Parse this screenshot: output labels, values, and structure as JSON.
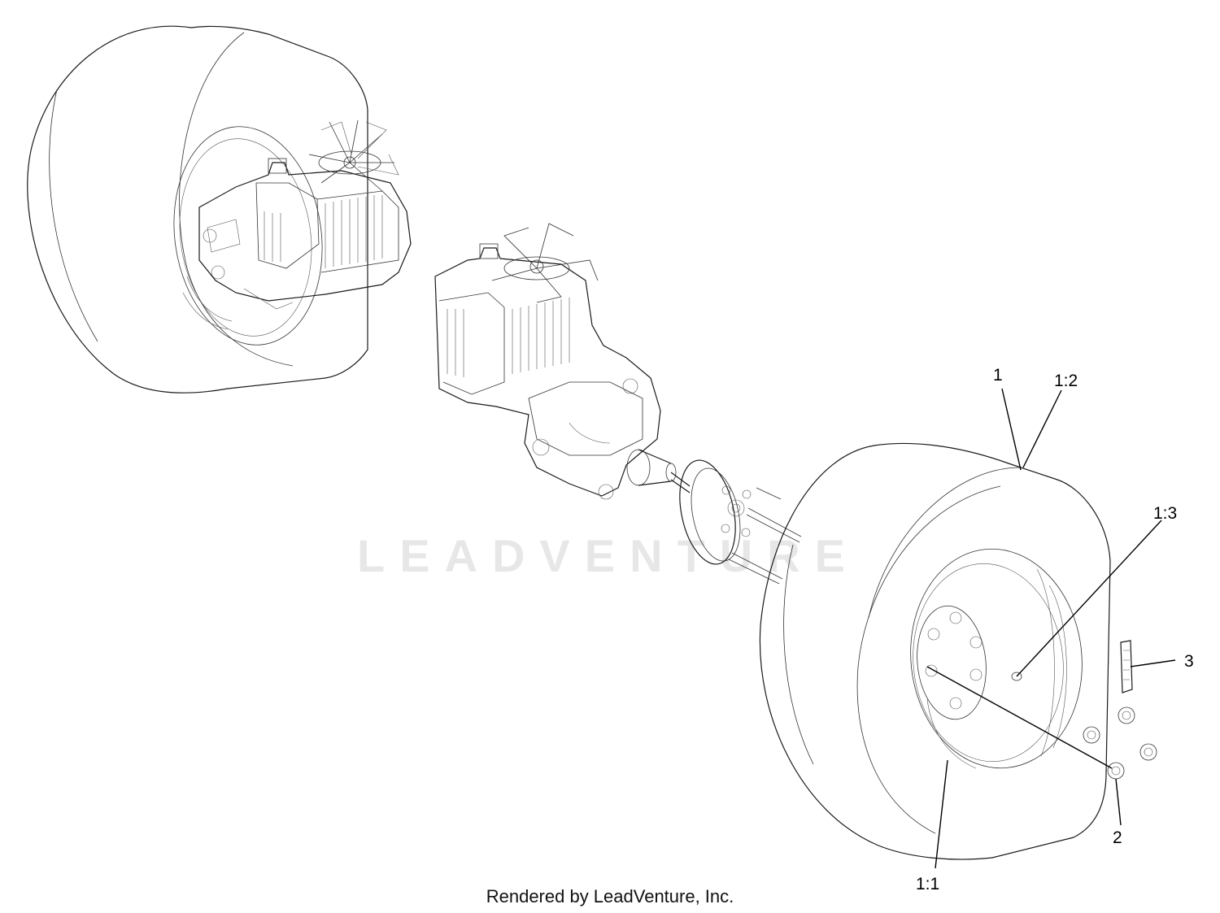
{
  "callouts": {
    "part_1": "1",
    "part_1_2": "1:2",
    "part_1_3": "1:3",
    "part_3": "3",
    "part_2": "2",
    "part_1_1": "1:1"
  },
  "watermark": "LEADVENTURE",
  "footer": "Rendered by LeadVenture, Inc.",
  "colors": {
    "line": "#1a1a1a",
    "background": "#ffffff"
  }
}
